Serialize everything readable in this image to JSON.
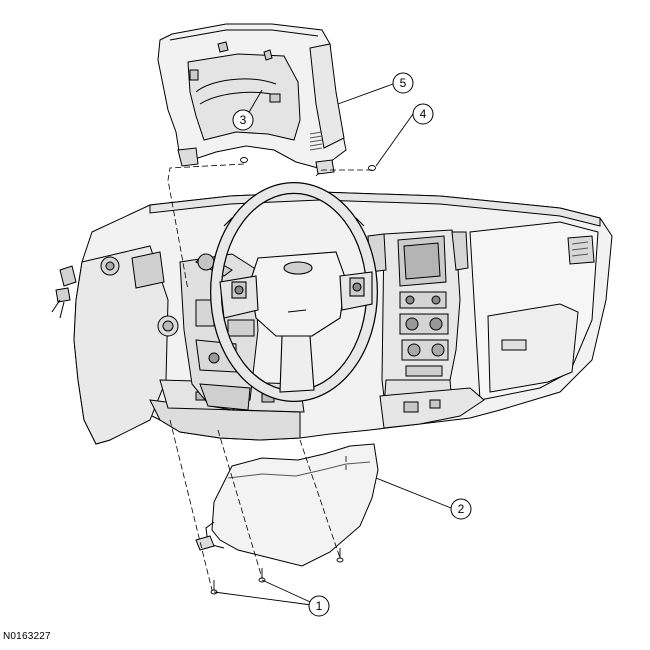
{
  "diagram": {
    "figure_id": "N0163227",
    "callouts": [
      {
        "number": "1"
      },
      {
        "number": "2"
      },
      {
        "number": "3"
      },
      {
        "number": "4"
      },
      {
        "number": "5"
      }
    ]
  },
  "colors": {
    "line": "#000000",
    "fill": "#ffffff",
    "panel_light": "#f2f2f2",
    "panel_mid": "#e0e0e0",
    "panel_dark": "#c8c8c8",
    "detail_dark": "#444444"
  }
}
